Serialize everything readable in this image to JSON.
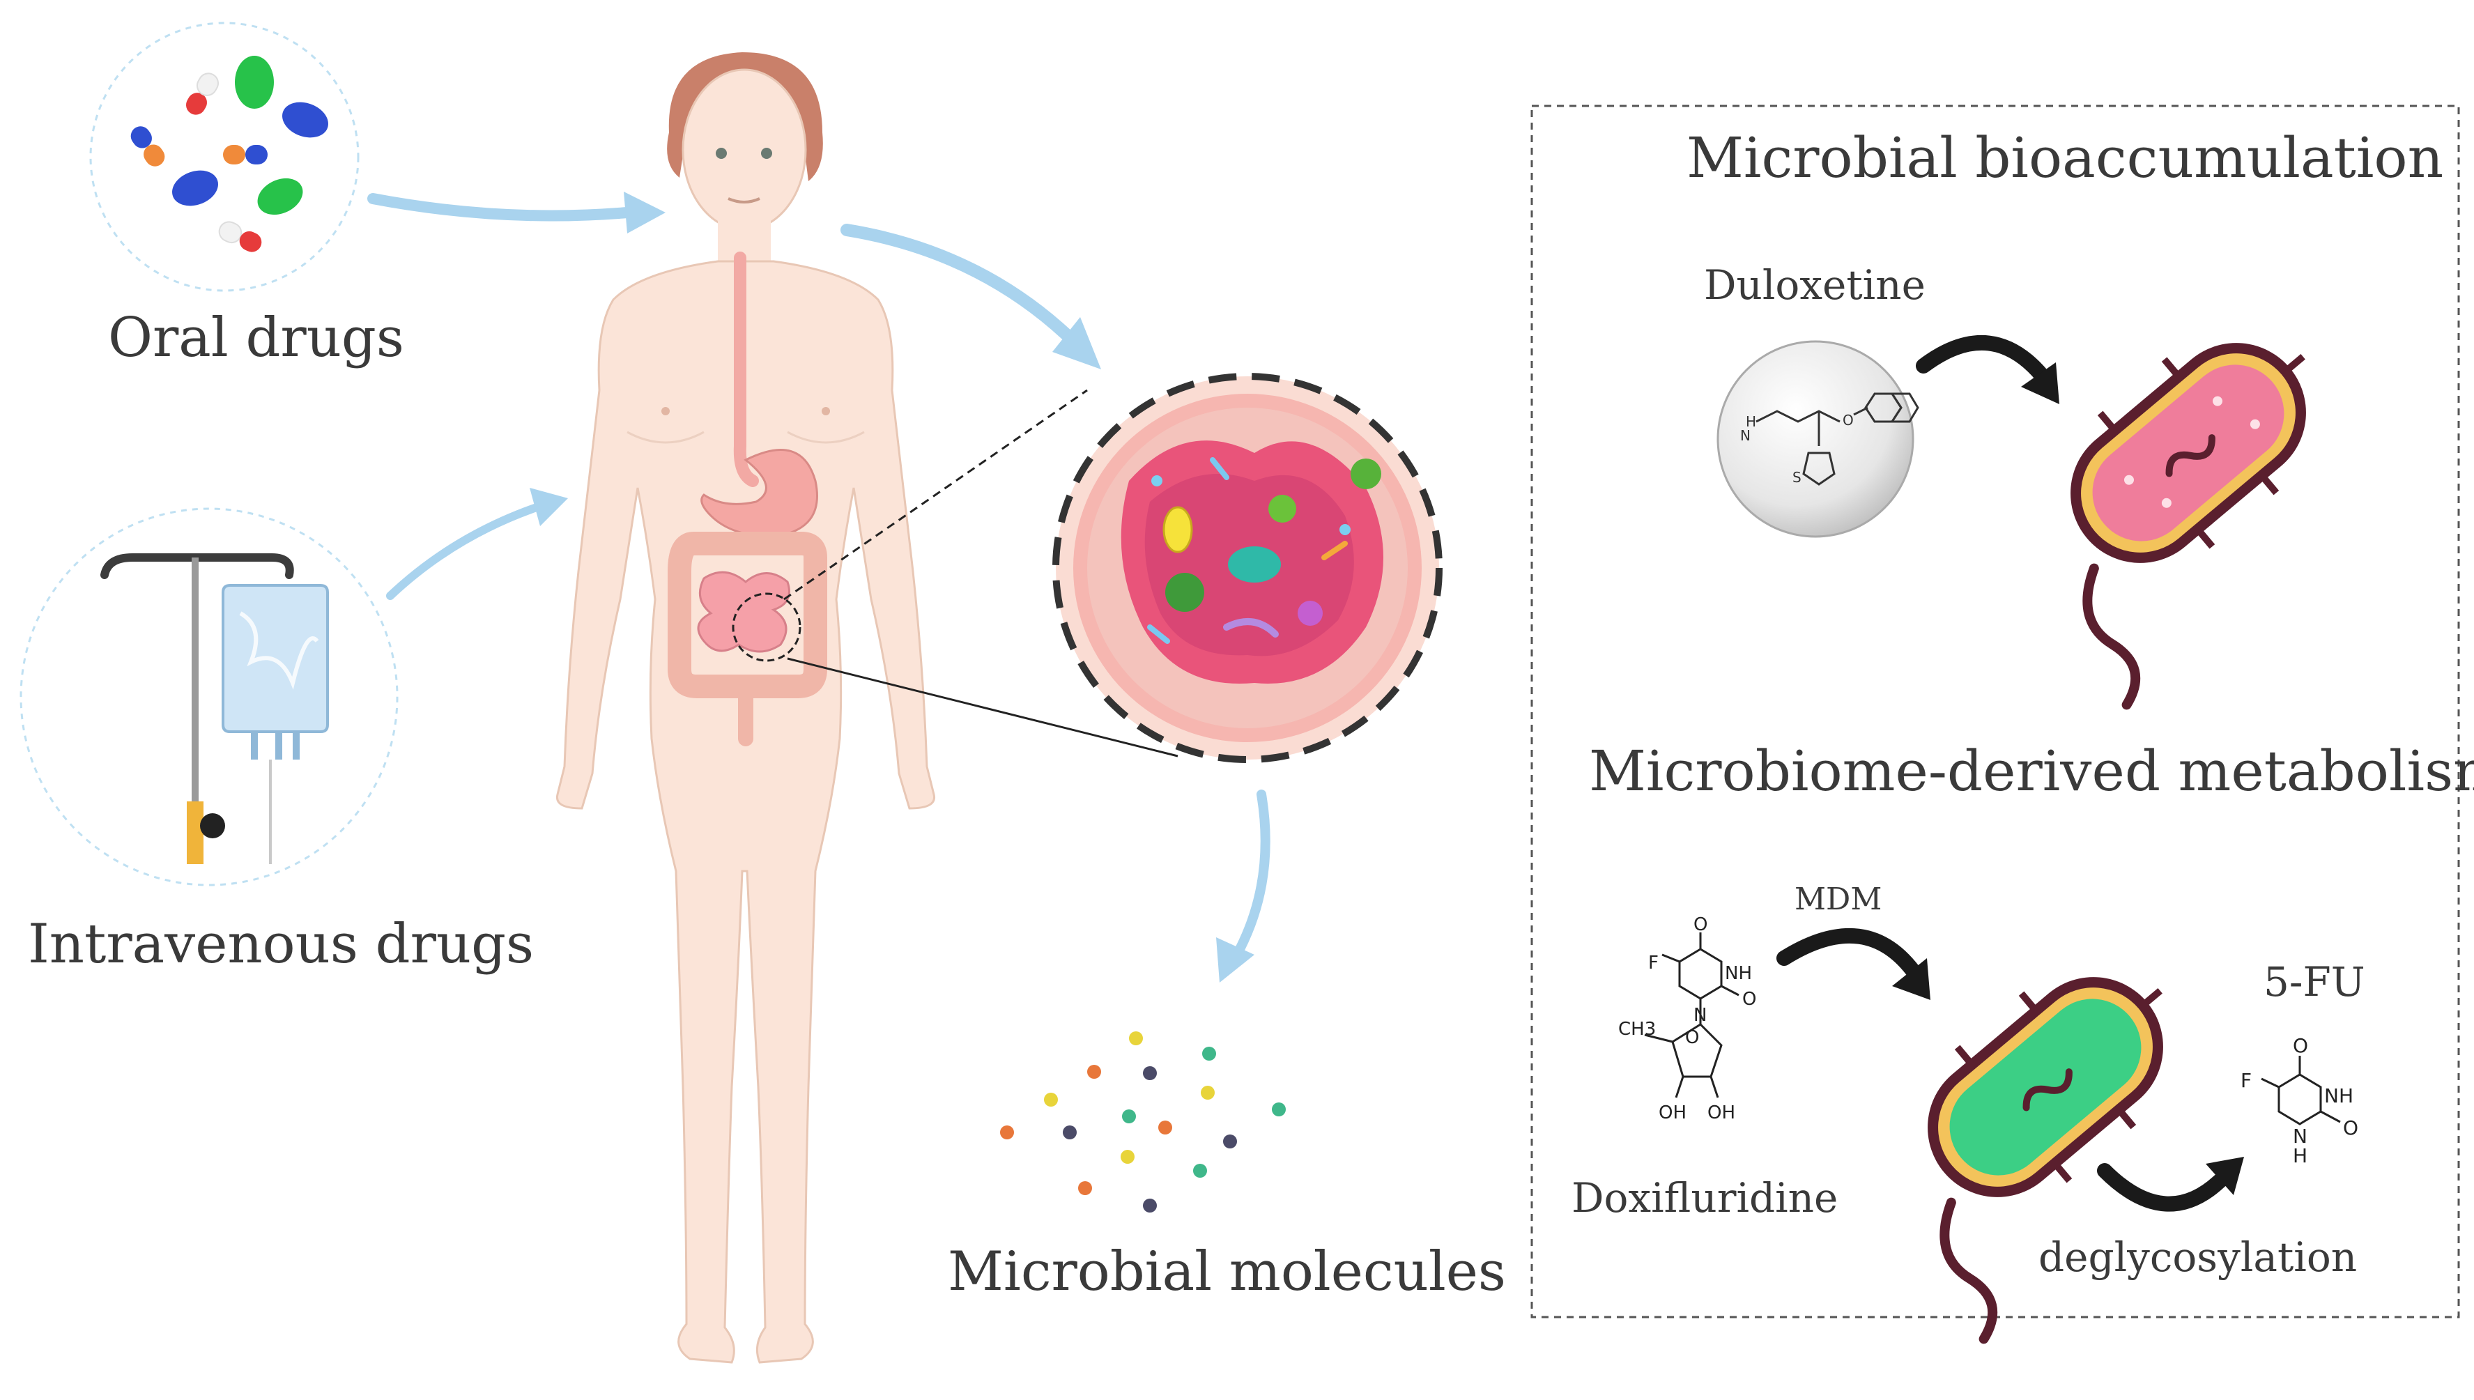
{
  "labels": {
    "oral_drugs": "Oral drugs",
    "intravenous_drugs": "Intravenous drugs",
    "microbial_molecules": "Microbial molecules",
    "bioaccumulation_title": "Microbial bioaccumulation",
    "duloxetine": "Duloxetine",
    "metabolism_title": "Microbiome-derived metabolism",
    "mdm": "MDM",
    "doxifluridine": "Doxifluridine",
    "five_fu": "5-FU",
    "deglycosylation": "deglycosylation"
  },
  "chem": {
    "F": "F",
    "O": "O",
    "NH": "NH",
    "N": "N",
    "H": "H",
    "S": "S",
    "OH": "OH",
    "CH3": "CH3"
  },
  "colors": {
    "arrow_blue": "#a9d3ee",
    "skin": "#fbe4d8",
    "bacteria_outline": "#5a1f2e",
    "bacteria_ring": "#f3c35b",
    "bacteria_pink": "#ef7d9b",
    "bacteria_green": "#3ccf85",
    "black_arrow": "#1a1a1a"
  }
}
